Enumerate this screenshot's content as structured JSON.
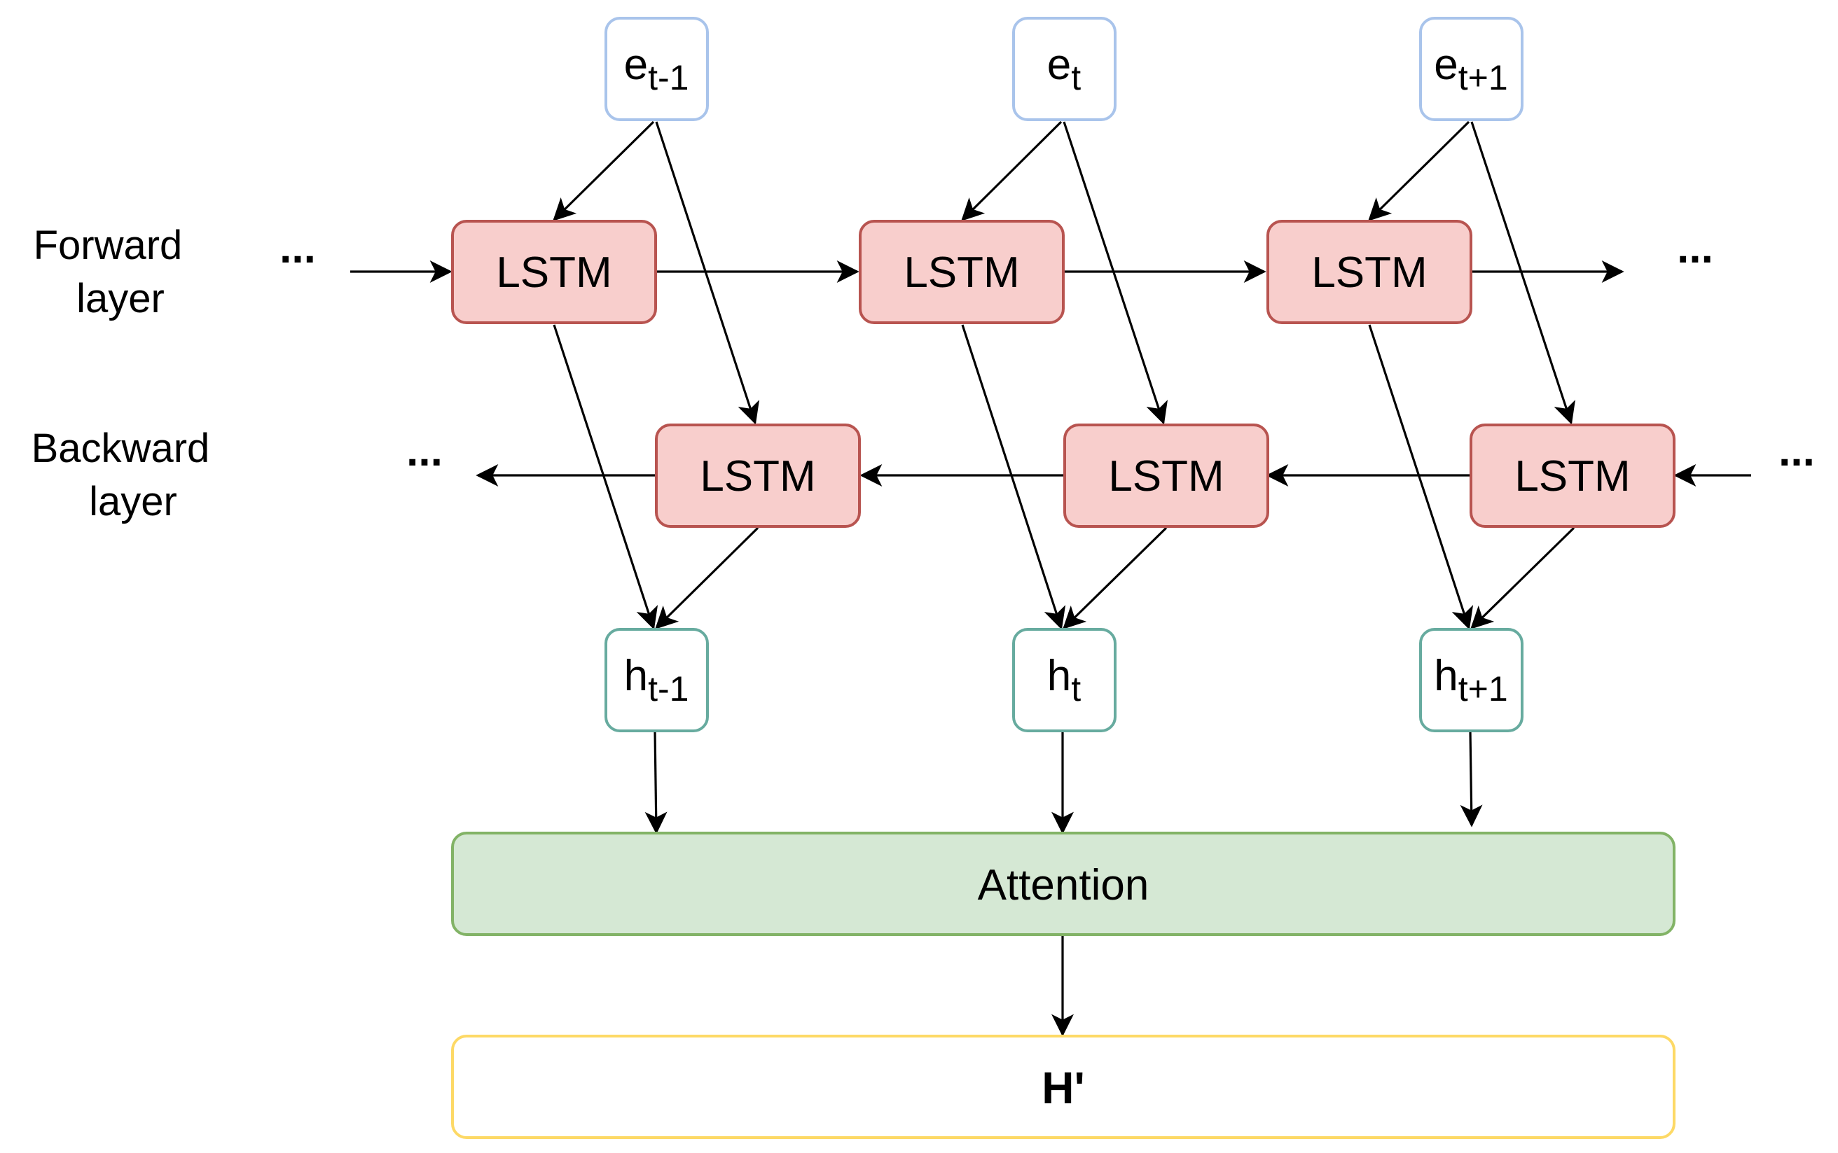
{
  "layers": {
    "forward": "Forward layer",
    "backward": "Backward layer"
  },
  "ellipsis": "...",
  "cell_label": "LSTM",
  "embeddings": [
    {
      "base": "e",
      "sub": "t-1"
    },
    {
      "base": "e",
      "sub": "t"
    },
    {
      "base": "e",
      "sub": "t+1"
    }
  ],
  "hidden": [
    {
      "base": "h",
      "sub": "t-1"
    },
    {
      "base": "h",
      "sub": "t"
    },
    {
      "base": "h",
      "sub": "t+1"
    }
  ],
  "attention_label": "Attention",
  "output_label": "H'",
  "colors": {
    "embed_border": "#a9c4eb",
    "lstm_fill": "#f8cecc",
    "lstm_border": "#b85450",
    "hidden_border": "#67ab9f",
    "attention_fill": "#d5e8d4",
    "attention_border": "#82b366",
    "output_border": "#fdd966"
  }
}
